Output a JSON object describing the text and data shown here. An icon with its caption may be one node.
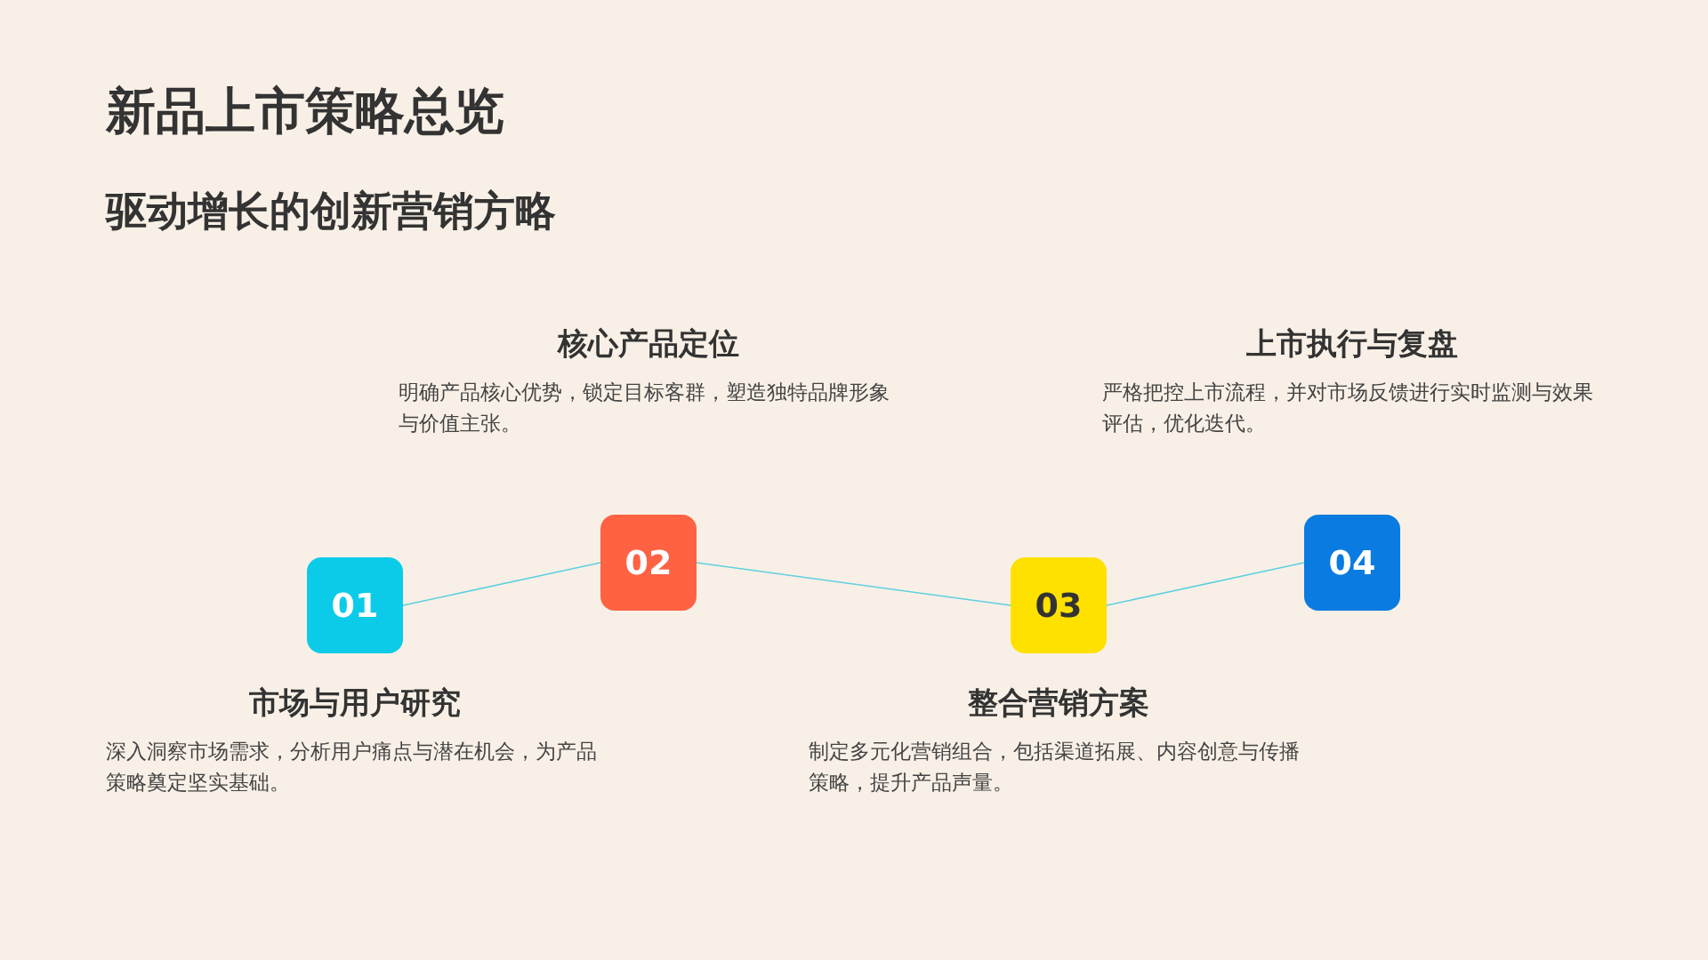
{
  "diagram": {
    "title": "新品上市策略总览",
    "caption": "驱动增长的创新营销方略",
    "nodes": [
      {
        "text": [
          "01"
        ],
        "beside": [
          "市场与用户研究",
          "深入洞察市场需求，分析用户痛点与潜在机会，为产品策略奠定坚实基础。"
        ]
      },
      {
        "text": [
          "02"
        ],
        "beside": [
          "核心产品定位",
          "明确产品核心优势，锁定目标客群，塑造独特品牌形象与价值主张。"
        ]
      },
      {
        "text": [
          "03"
        ],
        "beside": [
          "整合营销方案",
          "制定多元化营销组合，包括渠道拓展、内容创意与传播策略，提升产品声量。"
        ]
      },
      {
        "text": [
          "04"
        ],
        "beside": [
          "上市执行与复盘",
          "严格把控上市流程，并对市场反馈进行实时监测与效果评估，优化迭代。"
        ]
      }
    ],
    "edges": [
      {
        "from": 0,
        "to": 1,
        "arrow": "none"
      },
      {
        "from": 1,
        "to": 2,
        "arrow": "none"
      },
      {
        "from": 2,
        "to": 3,
        "arrow": "none"
      }
    ]
  }
}
